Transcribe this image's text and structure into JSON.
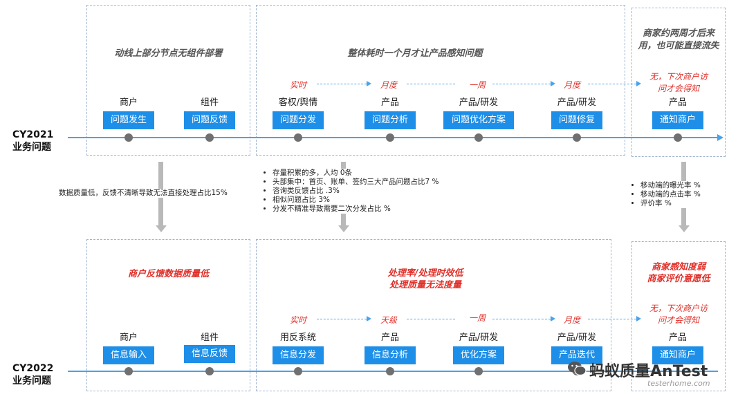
{
  "cy2021": {
    "year": "CY2021",
    "label": "业务问题",
    "box1_title": "动线上部分节点无组件部署",
    "box2_title": "整体耗时一个月才让产品感知问题",
    "box3_title": "商家约两周才后来用，也可能直接流失",
    "box3_red": "无，下次商户访问才会得知",
    "freqs": [
      "实时",
      "月度",
      "一周",
      "月度"
    ],
    "steps": [
      {
        "role": "商户",
        "action": "问题发生"
      },
      {
        "role": "组件",
        "action": "问题反馈"
      },
      {
        "role": "客权/舆情",
        "action": "问题分发"
      },
      {
        "role": "产品",
        "action": "问题分析"
      },
      {
        "role": "产品/研发",
        "action": "问题优化方案"
      },
      {
        "role": "产品/研发",
        "action": "问题修复"
      },
      {
        "role": "产品",
        "action": "通知商户"
      }
    ]
  },
  "middle": {
    "left_note": "数据质量低，反馈不清晰导致无法直接处理占比15%",
    "center_bullets": [
      "存量积累的多，人均  0条",
      "头部集中：首页、账单、签约三大产品问题占比7 %",
      "咨询类反馈占比  .3%",
      "相似问题占比  3%",
      "分发不精准导致需要二次分发占比  %"
    ],
    "right_bullets": [
      "移动端的曝光率  %",
      "移动端的点击率  %",
      "评价率  %"
    ]
  },
  "cy2022": {
    "year": "CY2022",
    "label": "业务问题",
    "box1_title": "商户反馈数据质量低",
    "box2_title_line1": "处理率/处理时效低",
    "box2_title_line2": "处理质量无法度量",
    "box3_title_line1": "商家感知度弱",
    "box3_title_line2": "商家评价意愿低",
    "box3_red": "无，下次商户访问才会得知",
    "freqs": [
      "实时",
      "天级",
      "一周",
      "月度"
    ],
    "steps": [
      {
        "role": "商户",
        "action": "信息输入"
      },
      {
        "role": "组件",
        "action": "信息反馈"
      },
      {
        "role": "用反系统",
        "action": "信息分发"
      },
      {
        "role": "产品",
        "action": "信息分析"
      },
      {
        "role": "产品/研发",
        "action": "优化方案"
      },
      {
        "role": "产品/研发",
        "action": "产品迭代"
      },
      {
        "role": "产品",
        "action": "通知商户"
      }
    ]
  },
  "watermark": {
    "main": "蚂蚁质量AnTest",
    "sub": "testerhome.com"
  },
  "colors": {
    "accent": "#1e8fe8",
    "red": "#e0302a",
    "dash": "#9db4cf"
  }
}
